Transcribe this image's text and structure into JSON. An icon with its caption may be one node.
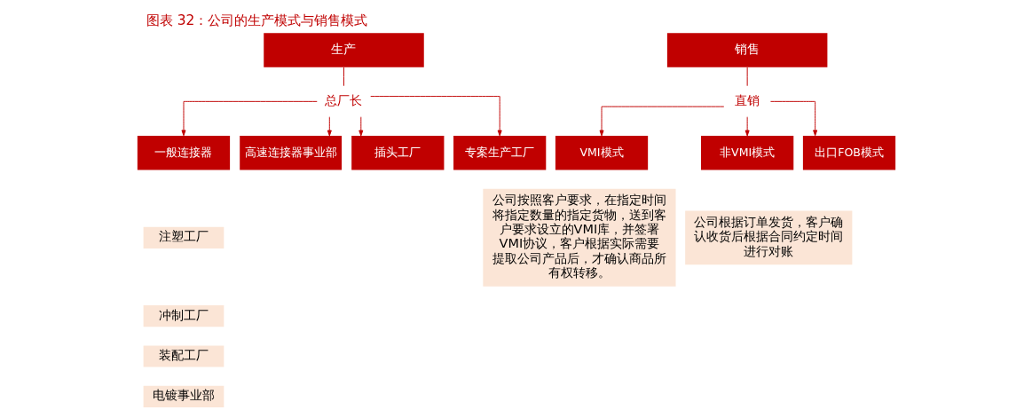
{
  "diagram": {
    "title": "图表 32：公司的生产模式与销售模式",
    "nodes": [
      {
        "text": [
          "生产"
        ]
      },
      {
        "text": [
          "总厂长"
        ]
      },
      {
        "text": [
          "一般连接器"
        ]
      },
      {
        "text": [
          "高速连接器事业部"
        ]
      },
      {
        "text": [
          "插头工厂"
        ]
      },
      {
        "text": [
          "专案生产工厂"
        ]
      },
      {
        "text": [
          "注塑工厂"
        ]
      },
      {
        "text": [
          "冲制工厂"
        ]
      },
      {
        "text": [
          "装配工厂"
        ]
      },
      {
        "text": [
          "电镀事业部"
        ]
      },
      {
        "text": [
          "销售"
        ]
      },
      {
        "text": [
          "直销"
        ]
      },
      {
        "text": [
          "VMI模式"
        ]
      },
      {
        "text": [
          "非VMI模式"
        ]
      },
      {
        "text": [
          "出口FOB模式"
        ]
      },
      {
        "text": [
          "公司按照客户要求，在指定时间将指定数量的指定货物，送到客户要求设立的VMI库，并签署VMI协议，客户根据实际需要提取公司产品后，才确认商品所有权转移。"
        ]
      },
      {
        "text": [
          "公司根据订单发货，客户确认收货后根据合同约定时间进行对账"
        ]
      }
    ],
    "edges": [
      {
        "from": 0,
        "to": 1,
        "arrow": "none"
      },
      {
        "from": 1,
        "to": 2,
        "arrow": "to"
      },
      {
        "from": 1,
        "to": 3,
        "arrow": "to"
      },
      {
        "from": 1,
        "to": 4,
        "arrow": "to"
      },
      {
        "from": 1,
        "to": 5,
        "arrow": "to"
      },
      {
        "from": 10,
        "to": 11,
        "arrow": "none"
      },
      {
        "from": 11,
        "to": 12,
        "arrow": "to"
      },
      {
        "from": 11,
        "to": 13,
        "arrow": "to"
      },
      {
        "from": 11,
        "to": 14,
        "arrow": "to"
      }
    ]
  }
}
